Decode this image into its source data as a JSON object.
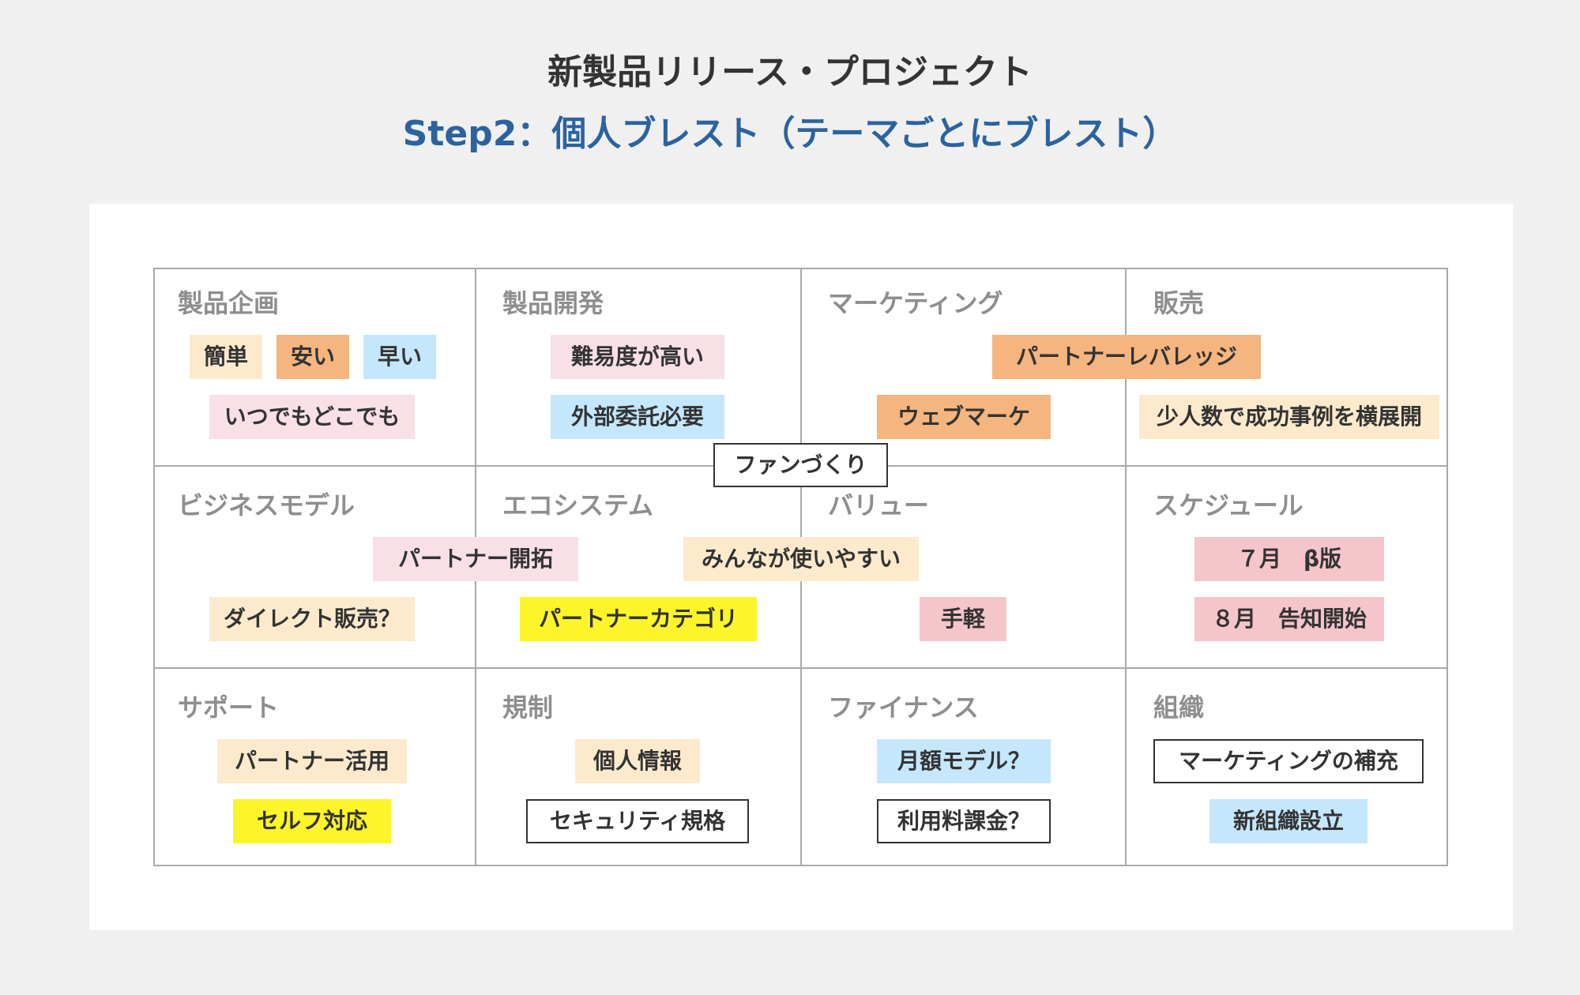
{
  "header": {
    "title": "新製品リリース・プロジェクト",
    "subtitle": "Step2：個人ブレスト（テーマごとにブレスト）"
  },
  "categories": [
    "製品企画",
    "製品開発",
    "マーケティング",
    "販売",
    "ビジネスモデル",
    "エコシステム",
    "バリュー",
    "スケジュール",
    "サポート",
    "規制",
    "ファイナンス",
    "組織"
  ],
  "notes": [
    {
      "text": "簡単",
      "color": "beige"
    },
    {
      "text": "安い",
      "color": "orange"
    },
    {
      "text": "早い",
      "color": "blue"
    },
    {
      "text": "いつでもどこでも",
      "color": "pink"
    },
    {
      "text": "難易度が高い",
      "color": "pink"
    },
    {
      "text": "外部委託必要",
      "color": "blue"
    },
    {
      "text": "パートナーレバレッジ",
      "color": "orange"
    },
    {
      "text": "ウェブマーケ",
      "color": "orange"
    },
    {
      "text": "少人数で成功事例を横展開",
      "color": "beige"
    },
    {
      "text": "ファンづくり",
      "color": "white"
    },
    {
      "text": "パートナー開拓",
      "color": "pink"
    },
    {
      "text": "みんなが使いやすい",
      "color": "beige"
    },
    {
      "text": "ダイレクト販売？",
      "color": "beige"
    },
    {
      "text": "パートナーカテゴリ",
      "color": "yellow"
    },
    {
      "text": "手軽",
      "color": "rose"
    },
    {
      "text": "７月　β版",
      "color": "rose"
    },
    {
      "text": "８月　告知開始",
      "color": "rose"
    },
    {
      "text": "パートナー活用",
      "color": "beige"
    },
    {
      "text": "セルフ対応",
      "color": "yellow"
    },
    {
      "text": "個人情報",
      "color": "beige"
    },
    {
      "text": "セキュリティ規格",
      "color": "white"
    },
    {
      "text": "月額モデル？",
      "color": "blue"
    },
    {
      "text": "利用料課金？",
      "color": "white"
    },
    {
      "text": "マーケティングの補充",
      "color": "white"
    },
    {
      "text": "新組織設立",
      "color": "blue"
    }
  ],
  "colors": {
    "beige": "#fdeacd",
    "orange": "#f5b57e",
    "blue": "#c4e7fb",
    "pink": "#f9e0e6",
    "rose": "#f4c5cb",
    "yellow": "#fbf52a",
    "white": "#ffffff",
    "title": "#333333",
    "subtitle": "#2a63a0",
    "category": "#8e8e8e",
    "grid": "#a9a9a9"
  }
}
